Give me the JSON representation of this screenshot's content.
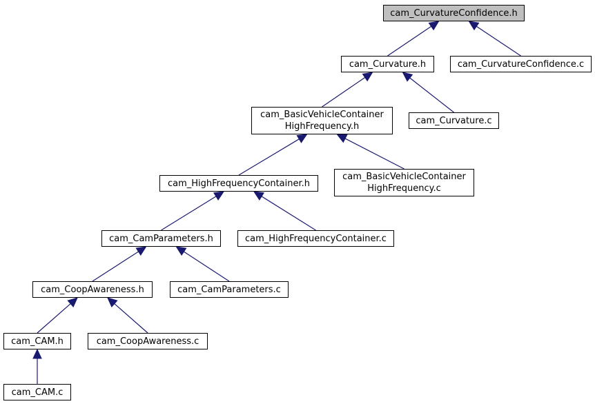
{
  "graph": {
    "root_fill": "#bfbfbf",
    "edge_color": "#191970",
    "nodes": [
      {
        "id": "n0",
        "lines": [
          "cam_CurvatureConfidence.h"
        ],
        "root": true
      },
      {
        "id": "n1",
        "lines": [
          "cam_Curvature.h"
        ]
      },
      {
        "id": "n2",
        "lines": [
          "cam_CurvatureConfidence.c"
        ]
      },
      {
        "id": "n3",
        "lines": [
          "cam_BasicVehicleContainer",
          "HighFrequency.h"
        ]
      },
      {
        "id": "n4",
        "lines": [
          "cam_Curvature.c"
        ]
      },
      {
        "id": "n5",
        "lines": [
          "cam_HighFrequencyContainer.h"
        ]
      },
      {
        "id": "n6",
        "lines": [
          "cam_BasicVehicleContainer",
          "HighFrequency.c"
        ]
      },
      {
        "id": "n7",
        "lines": [
          "cam_CamParameters.h"
        ]
      },
      {
        "id": "n8",
        "lines": [
          "cam_HighFrequencyContainer.c"
        ]
      },
      {
        "id": "n9",
        "lines": [
          "cam_CoopAwareness.h"
        ]
      },
      {
        "id": "n10",
        "lines": [
          "cam_CamParameters.c"
        ]
      },
      {
        "id": "n11",
        "lines": [
          "cam_CAM.h"
        ]
      },
      {
        "id": "n12",
        "lines": [
          "cam_CoopAwareness.c"
        ]
      },
      {
        "id": "n13",
        "lines": [
          "cam_CAM.c"
        ]
      }
    ],
    "edges": [
      {
        "from": "n1",
        "to": "n0"
      },
      {
        "from": "n2",
        "to": "n0"
      },
      {
        "from": "n3",
        "to": "n1"
      },
      {
        "from": "n4",
        "to": "n1"
      },
      {
        "from": "n5",
        "to": "n3"
      },
      {
        "from": "n6",
        "to": "n3"
      },
      {
        "from": "n7",
        "to": "n5"
      },
      {
        "from": "n8",
        "to": "n5"
      },
      {
        "from": "n9",
        "to": "n7"
      },
      {
        "from": "n10",
        "to": "n7"
      },
      {
        "from": "n11",
        "to": "n9"
      },
      {
        "from": "n12",
        "to": "n9"
      },
      {
        "from": "n13",
        "to": "n11"
      }
    ]
  }
}
